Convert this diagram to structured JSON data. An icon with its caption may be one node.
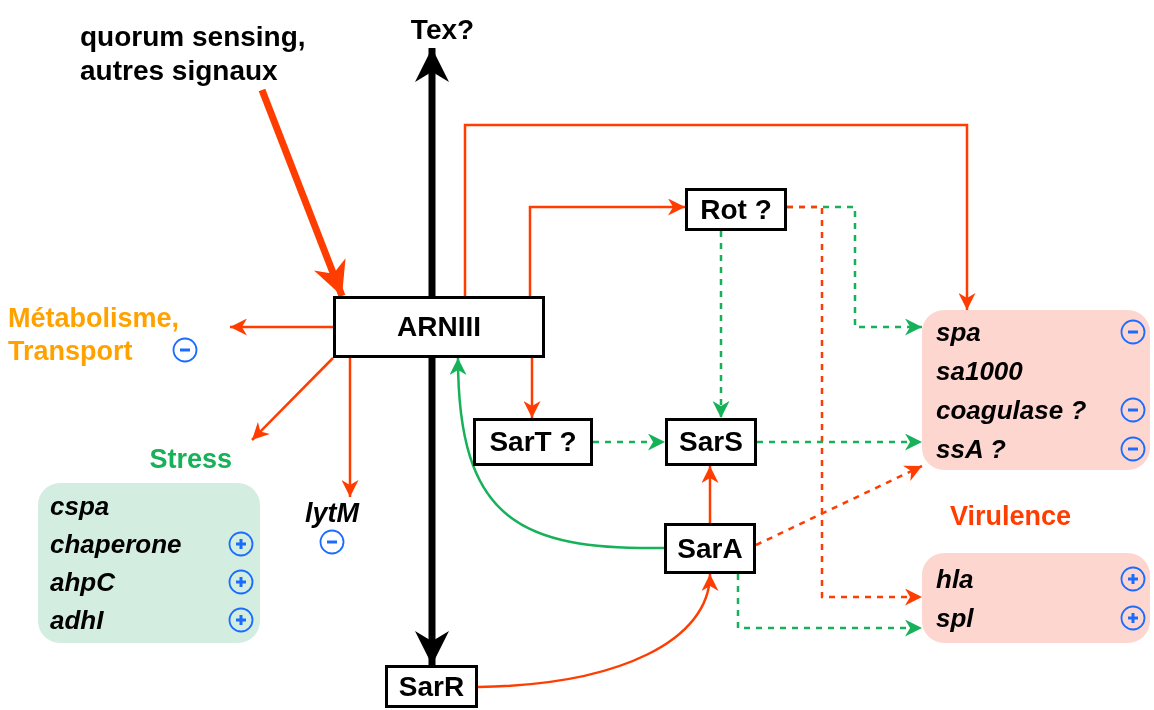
{
  "diagram": {
    "nodes": [
      {
        "text": [
          "quorum sensing, autres signaux"
        ]
      },
      {
        "text": [
          "Tex?"
        ]
      },
      {
        "text": [
          "ARNIII"
        ]
      },
      {
        "text": [
          "Métabolisme, Transport"
        ]
      },
      {
        "text": [
          "Stress",
          "cspa",
          "chaperone",
          "ahpC",
          "adhI"
        ]
      },
      {
        "text": [
          "lytM"
        ]
      },
      {
        "text": [
          "Rot ?"
        ]
      },
      {
        "text": [
          "SarT ?"
        ]
      },
      {
        "text": [
          "SarS"
        ]
      },
      {
        "text": [
          "SarA"
        ]
      },
      {
        "text": [
          "SarR"
        ]
      },
      {
        "text": [
          "spa",
          "sa1000",
          "coagulase ?",
          "ssA ?"
        ]
      },
      {
        "text": [
          "hla",
          "spl"
        ]
      }
    ],
    "edges": [
      {
        "from": 0,
        "to": 2,
        "arrow": "to",
        "style": "thick"
      },
      {
        "from": 2,
        "to": 1,
        "arrow": "to",
        "style": "thick",
        "color": "#000000"
      },
      {
        "from": 2,
        "to": 10,
        "arrow": "to",
        "style": "thick",
        "color": "#000000"
      },
      {
        "from": 2,
        "to": 3,
        "arrow": "to"
      },
      {
        "from": 2,
        "to": 4,
        "arrow": "to"
      },
      {
        "from": 2,
        "to": 5,
        "arrow": "to"
      },
      {
        "from": 2,
        "to": 11,
        "arrow": "to"
      },
      {
        "from": 2,
        "to": 6,
        "arrow": "to"
      },
      {
        "from": 2,
        "to": 7,
        "arrow": "to"
      },
      {
        "from": 9,
        "to": 2,
        "arrow": "to",
        "color": "#17b15a"
      },
      {
        "from": 6,
        "to": 8,
        "arrow": "to",
        "style": "dashed",
        "color": "#17b15a"
      },
      {
        "from": 6,
        "to": 11,
        "arrow": "to",
        "style": "dashed",
        "color": "#17b15a"
      },
      {
        "from": 6,
        "to": 12,
        "arrow": "to",
        "style": "dashed"
      },
      {
        "from": 7,
        "to": 8,
        "arrow": "to",
        "style": "dashed",
        "color": "#17b15a"
      },
      {
        "from": 8,
        "to": 11,
        "arrow": "to",
        "style": "dashed",
        "color": "#17b15a"
      },
      {
        "from": 9,
        "to": 8,
        "arrow": "to"
      },
      {
        "from": 9,
        "to": 11,
        "arrow": "to",
        "style": "dashed"
      },
      {
        "from": 9,
        "to": 12,
        "arrow": "to",
        "style": "dashed",
        "color": "#17b15a"
      },
      {
        "from": 10,
        "to": 9,
        "arrow": "to"
      }
    ],
    "labels": [
      "Virulence"
    ]
  }
}
